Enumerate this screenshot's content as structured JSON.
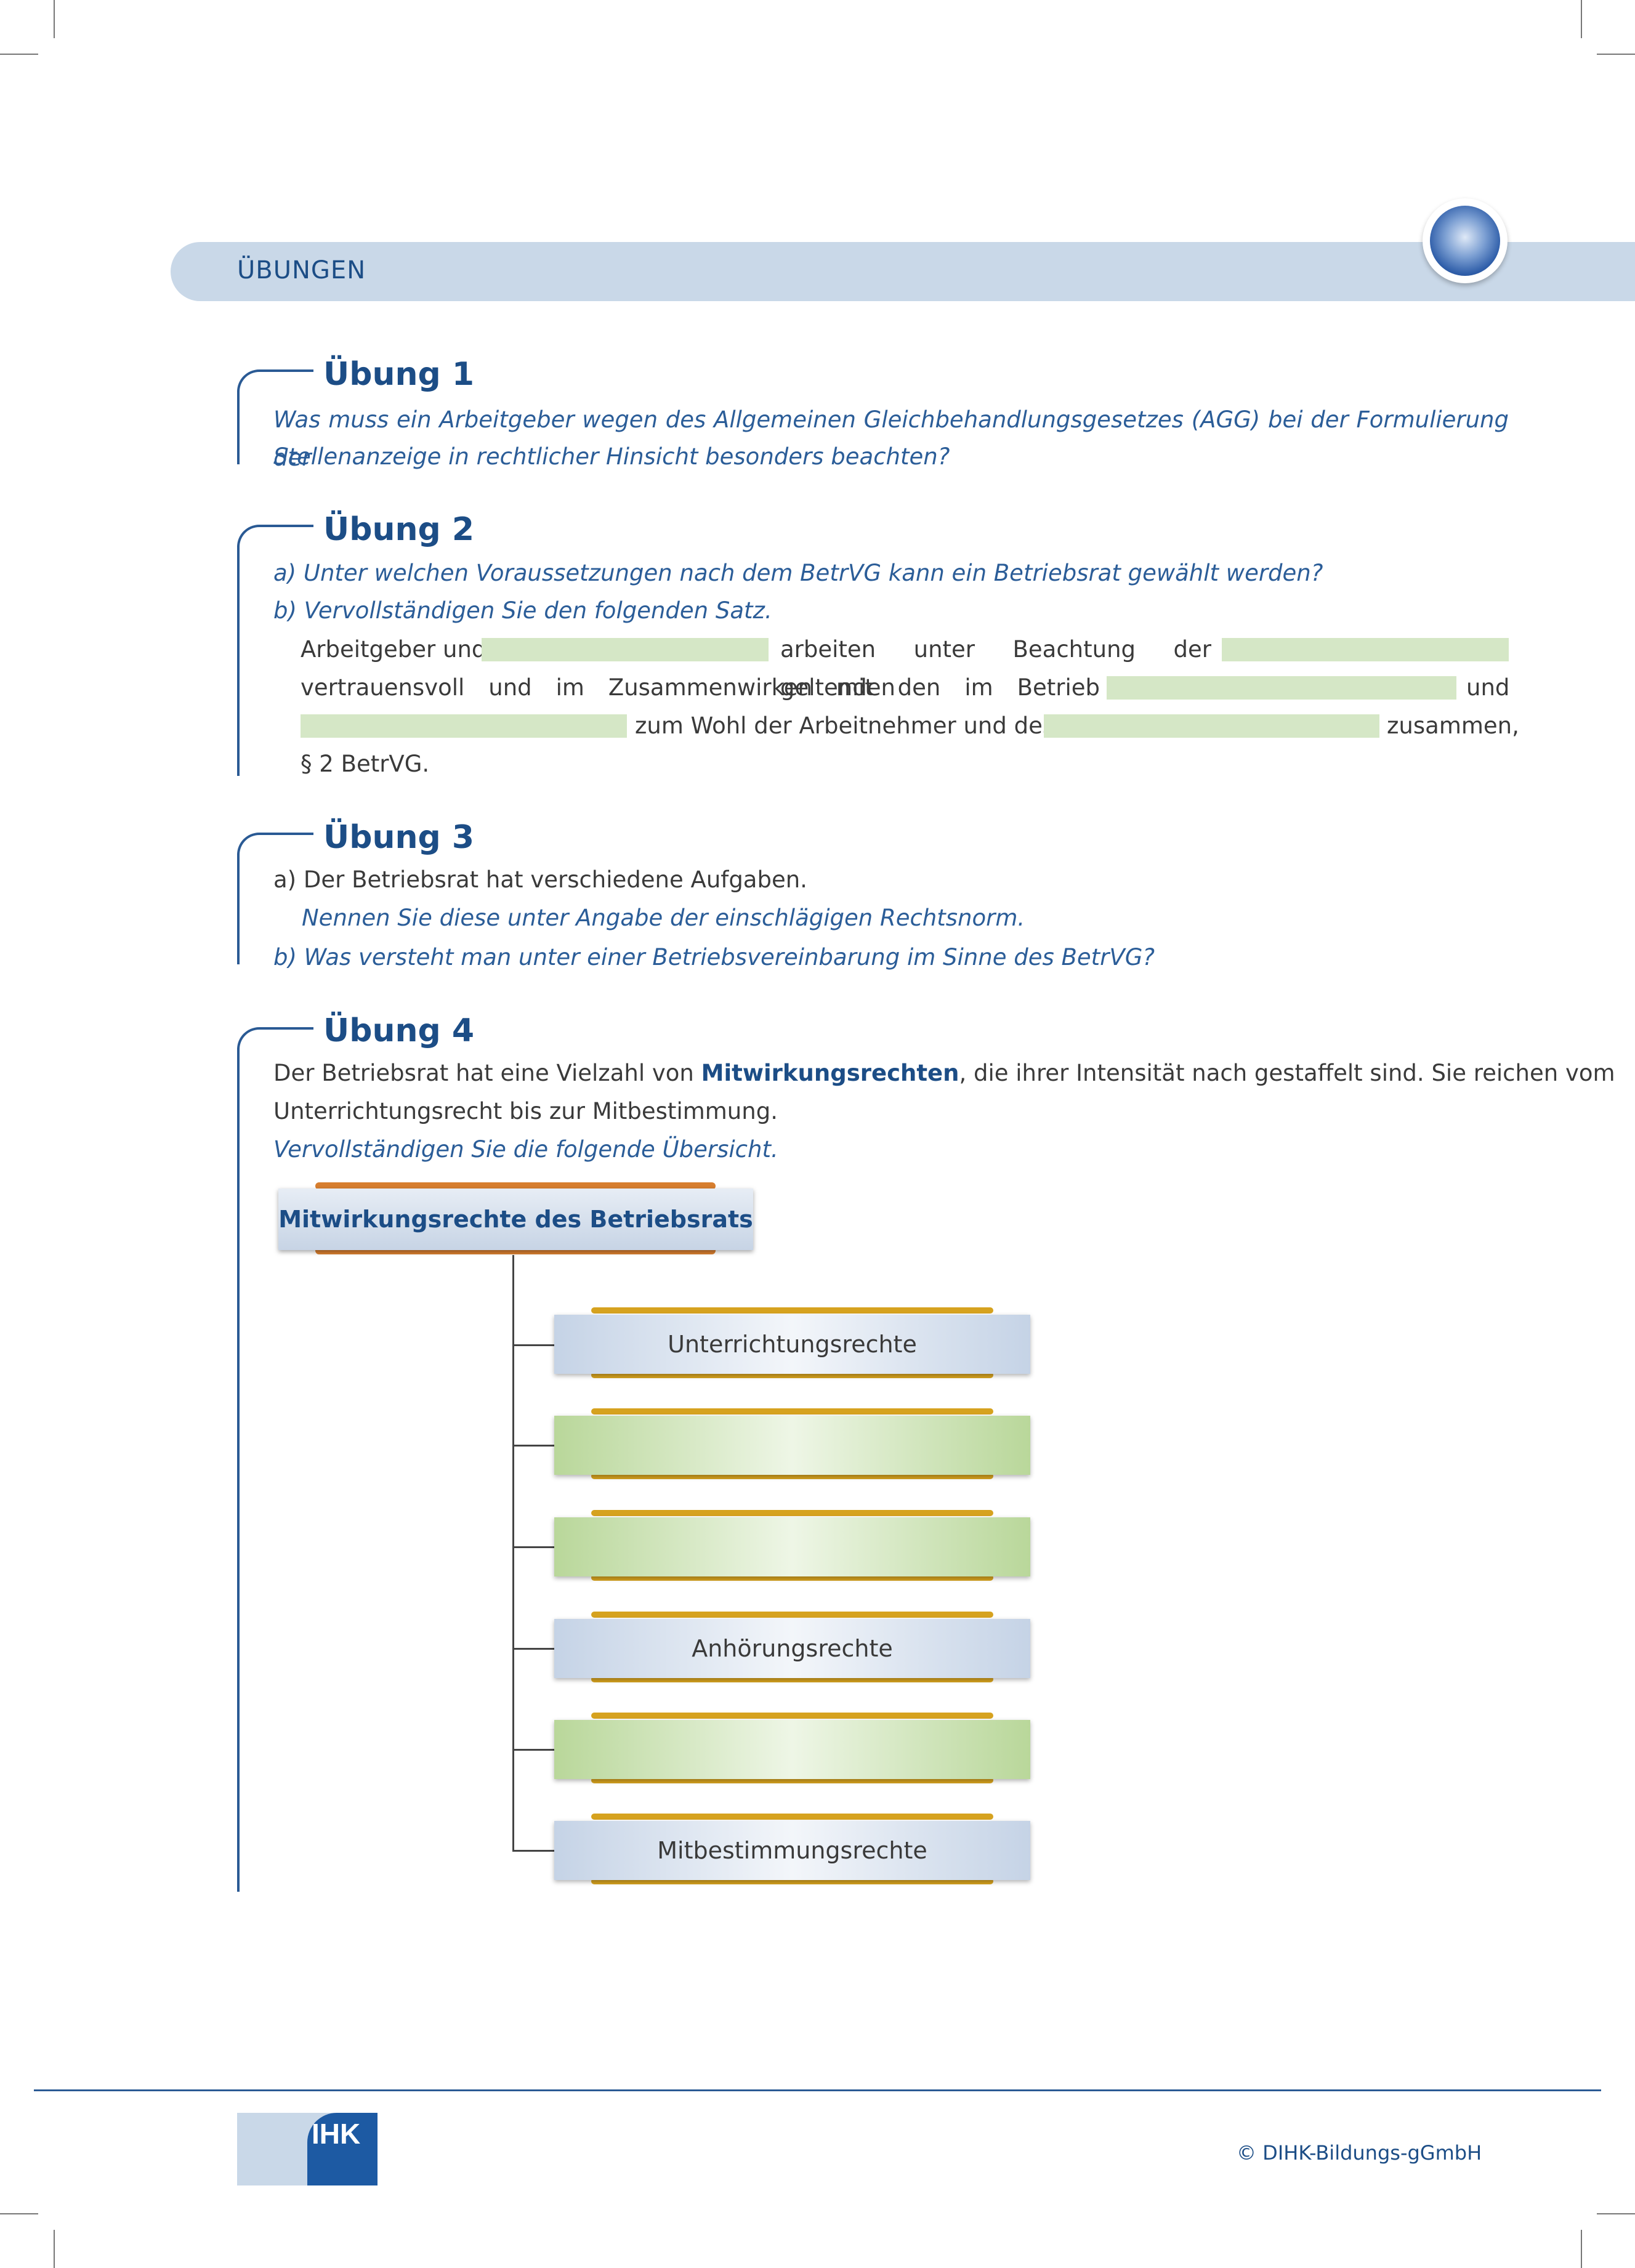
{
  "header": {
    "section_title": "ÜBUNGEN"
  },
  "exercises": {
    "ex1": {
      "title": "Übung 1",
      "line1": "Was muss ein Arbeitgeber wegen des Allgemeinen Gleichbehandlungsgesetzes (AGG) bei der Formulierung der",
      "line2": "Stellenanzeige in rechtlicher Hinsicht besonders beachten?"
    },
    "ex2": {
      "title": "Übung 2",
      "a": "a) Unter welchen Voraussetzungen nach dem BetrVG kann ein Betriebsrat gewählt werden?",
      "b": "b) Vervollständigen Sie den folgenden Satz.",
      "s1a": "Arbeitgeber und",
      "s1b": "arbeiten unter Beachtung der geltenden",
      "s2a": "vertrauensvoll und im Zusammenwirken mit den im Betrieb vertretenen",
      "s2b": "und",
      "s3a": "zum Wohl der Arbeitnehmer und des",
      "s3b": "zusammen,",
      "s4": "§ 2 BetrVG."
    },
    "ex3": {
      "title": "Übung 3",
      "a1": "a) Der Betriebsrat hat verschiedene Aufgaben.",
      "a2": "Nennen Sie diese unter Angabe der einschlägigen Rechtsnorm.",
      "b": "b) Was versteht man unter einer Betriebsvereinbarung im Sinne des BetrVG?"
    },
    "ex4": {
      "title": "Übung 4",
      "intro_a": "Der Betriebsrat hat eine Vielzahl von ",
      "intro_bold": "Mitwirkungsrechten",
      "intro_b": ", die ihrer Intensität nach gestaffelt sind. Sie reichen vom",
      "intro_line2": "Unterrichtungsrecht bis zur Mitbestimmung.",
      "instruction": "Vervollständigen Sie die folgende Übersicht."
    }
  },
  "diagram": {
    "root": "Mitwirkungsrechte des Betriebsrats",
    "children": [
      "Unterrichtungsrechte",
      "",
      "",
      "Anhörungsrechte",
      "",
      "Mitbestimmungsrechte"
    ]
  },
  "footer": {
    "logo": "IHK",
    "copyright": "© DIHK-Bildungs-gGmbH"
  },
  "colors": {
    "primary_blue": "#1c4d86",
    "band": "#c9d8e8",
    "blank_green": "#d5e7c6",
    "orange": "#d77e2f",
    "gold": "#d6a21f"
  }
}
